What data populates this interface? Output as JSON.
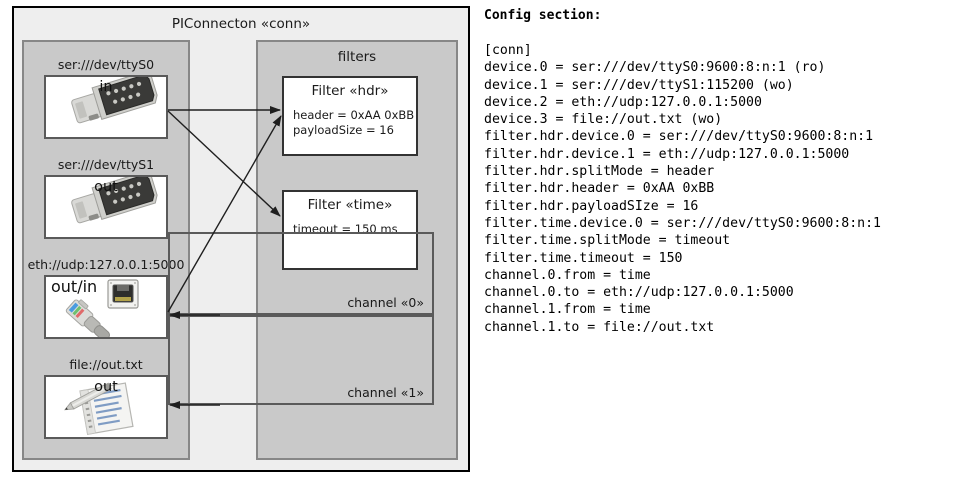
{
  "diagram": {
    "outer": {
      "title": "PIConnecton «conn»"
    },
    "devices_group": {
      "title": ""
    },
    "filters_group": {
      "title": "filters"
    },
    "devices": [
      {
        "label": "ser:///dev/ttyS0",
        "direction": "in",
        "icon": "serial-connector-icon"
      },
      {
        "label": "ser:///dev/ttyS1",
        "direction": "out",
        "icon": "serial-connector-icon"
      },
      {
        "label": "eth://udp:127.0.0.1:5000",
        "direction": "out/in",
        "icon": "ethernet-plug-icon"
      },
      {
        "label": "file://out.txt",
        "direction": "out",
        "icon": "text-file-icon"
      }
    ],
    "filters": [
      {
        "title": "Filter «hdr»",
        "props": [
          "header = 0xAA 0xBB",
          "payloadSize = 16"
        ]
      },
      {
        "title": "Filter «time»",
        "props": [
          "timeout = 150 ms"
        ]
      }
    ],
    "channels": [
      {
        "label": "channel «0»"
      },
      {
        "label": "channel «1»"
      }
    ]
  },
  "config": {
    "heading": "Config section:",
    "body": "[conn]\ndevice.0 = ser:///dev/ttyS0:9600:8:n:1 (ro)\ndevice.1 = ser:///dev/ttyS1:115200 (wo)\ndevice.2 = eth://udp:127.0.0.1:5000\ndevice.3 = file://out.txt (wo)\nfilter.hdr.device.0 = ser:///dev/ttyS0:9600:8:n:1\nfilter.hdr.device.1 = eth://udp:127.0.0.1:5000\nfilter.hdr.splitMode = header\nfilter.hdr.header = 0xAA 0xBB\nfilter.hdr.payloadSIze = 16\nfilter.time.device.0 = ser:///dev/ttyS0:9600:8:n:1\nfilter.time.splitMode = timeout\nfilter.time.timeout = 150\nchannel.0.from = time\nchannel.0.to = eth://udp:127.0.0.1:5000\nchannel.1.from = time\nchannel.1.to = file://out.txt"
  },
  "colors": {
    "outer_bg": "#eeeeee",
    "group_bg": "#c9c9c9",
    "card_bg": "#ffffff",
    "border_dark": "#000000",
    "border_mid": "#5a5a5a",
    "text": "#1a1a1a"
  }
}
